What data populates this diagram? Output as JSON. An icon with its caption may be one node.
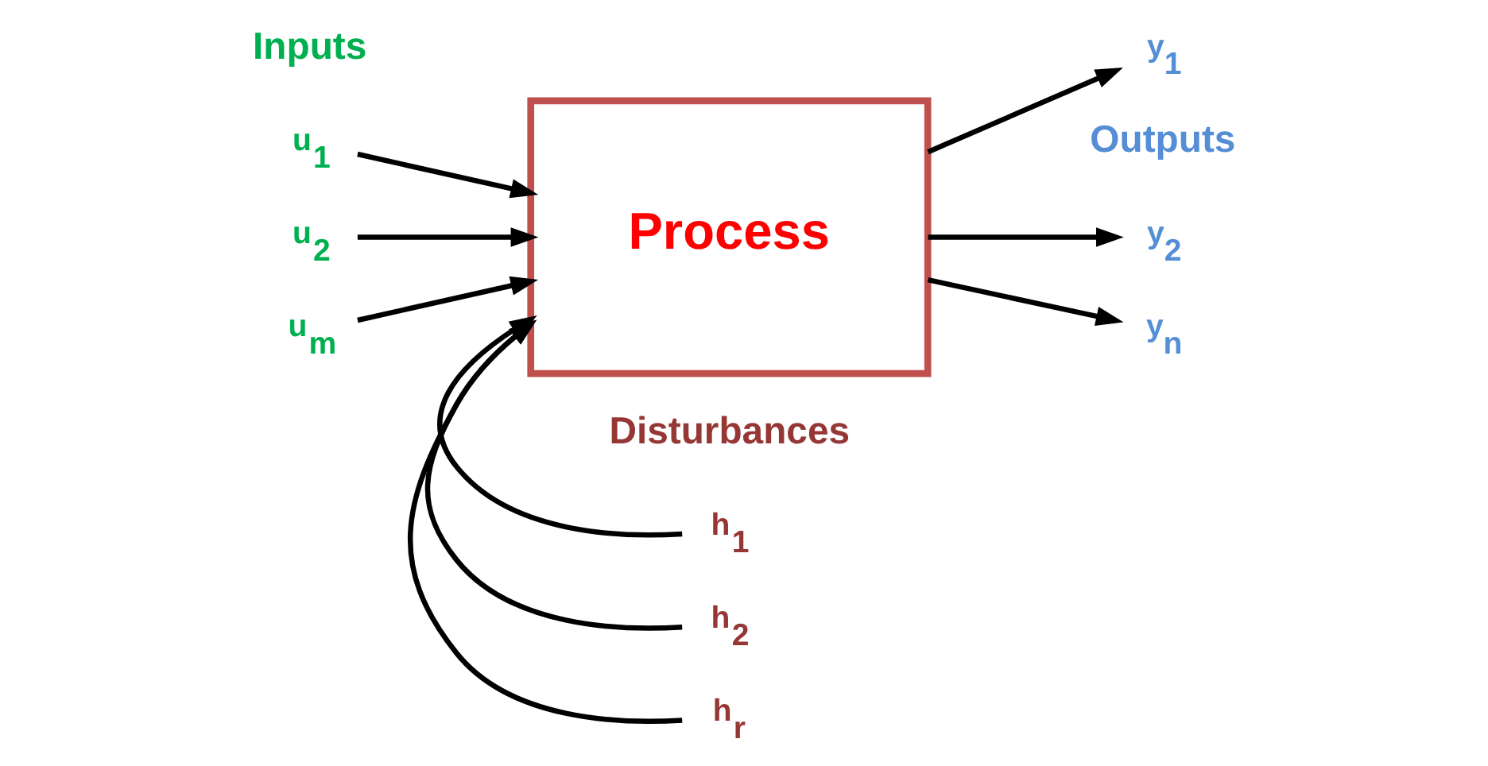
{
  "diagram": {
    "nodes": [
      {
        "text": [
          "Process"
        ]
      },
      {
        "text": [
          "u$_{1}$"
        ]
      },
      {
        "text": [
          "u$_{2}$"
        ]
      },
      {
        "text": [
          "u$_{m}$"
        ]
      },
      {
        "text": [
          "y$_{1}$"
        ]
      },
      {
        "text": [
          "y$_{2}$"
        ]
      },
      {
        "text": [
          "y$_{n}$"
        ]
      },
      {
        "text": [
          "h$_{1}$"
        ]
      },
      {
        "text": [
          "h$_{2}$"
        ]
      },
      {
        "text": [
          "h$_{r}$"
        ]
      }
    ],
    "edges": [
      {
        "from": 1,
        "to": 0,
        "arrow": "to"
      },
      {
        "from": 2,
        "to": 0,
        "arrow": "to"
      },
      {
        "from": 3,
        "to": 0,
        "arrow": "to"
      },
      {
        "from": 0,
        "to": 4,
        "arrow": "to"
      },
      {
        "from": 0,
        "to": 5,
        "arrow": "to"
      },
      {
        "from": 0,
        "to": 6,
        "arrow": "to"
      },
      {
        "from": 7,
        "to": 0,
        "arrow": "to"
      },
      {
        "from": 8,
        "to": 0,
        "arrow": "to"
      },
      {
        "from": 9,
        "to": 0,
        "arrow": "to"
      }
    ],
    "labels": [
      "Disturbances",
      "Inputs",
      "Outputs"
    ]
  }
}
